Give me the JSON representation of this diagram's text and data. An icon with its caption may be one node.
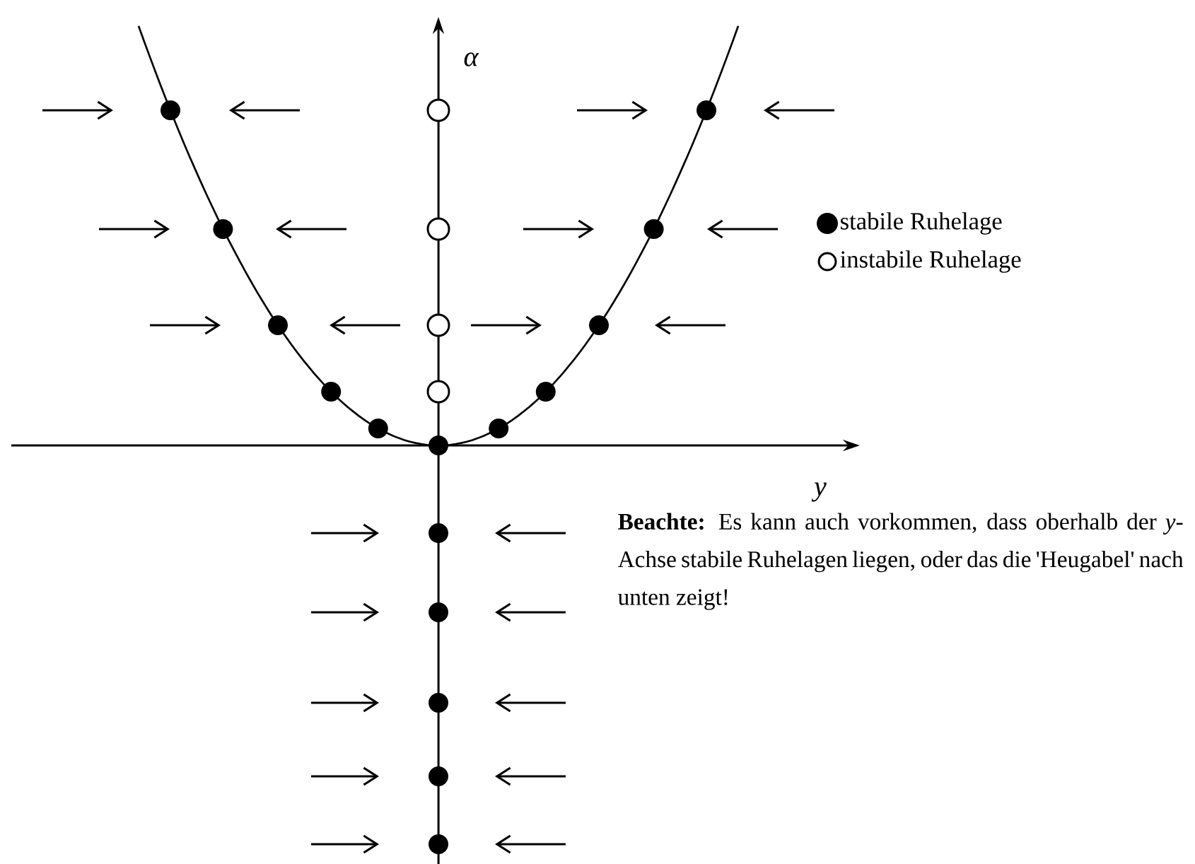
{
  "diagram": {
    "labels": [
      "α",
      "y",
      "**Beachte:** Es kann auch vorkommen, dass oberhalb der *y*-Achse stabile Ruhelagen liegen, oder das die 'Heugabel' nach unten zeigt!"
    ],
    "legend": [
      {
        "text": "stabile Ruhelage"
      },
      {
        "text": "instabile Ruhelage"
      }
    ]
  }
}
